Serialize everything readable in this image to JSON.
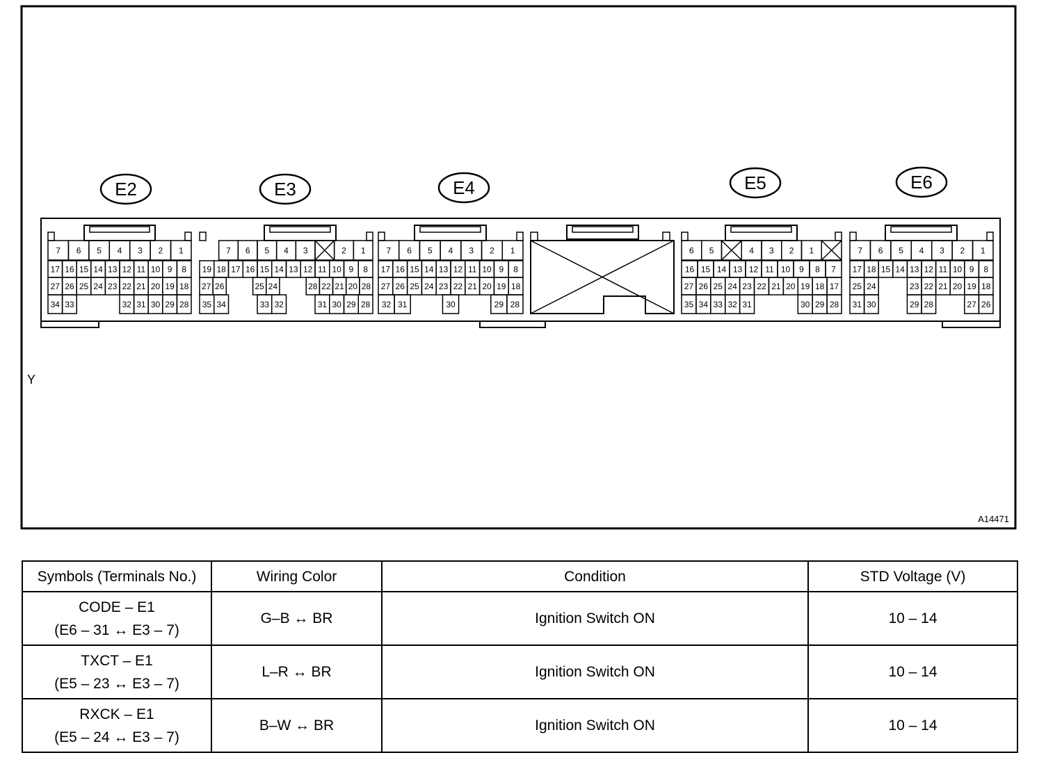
{
  "diagram": {
    "figure_id": "A14471",
    "side_label": "Y",
    "connectors": [
      {
        "name": "E2",
        "rows": [
          [
            "7",
            "6",
            "5",
            "4",
            "3",
            "2",
            "1"
          ],
          [
            "17",
            "16",
            "15",
            "14",
            "13",
            "12",
            "11",
            "10",
            "9",
            "8"
          ],
          [
            "27",
            "26",
            "25",
            "24",
            "23",
            "22",
            "21",
            "20",
            "19",
            "18"
          ],
          [
            "34",
            "33",
            "",
            "",
            "",
            "32",
            "31",
            "30",
            "29",
            "28"
          ]
        ]
      },
      {
        "name": "E3",
        "rows": [
          [
            "",
            "7",
            "6",
            "5",
            "4",
            "3",
            "X",
            "2",
            "1"
          ],
          [
            "19",
            "18",
            "17",
            "16",
            "15",
            "14",
            "13",
            "12",
            "11",
            "10",
            "9",
            "8"
          ],
          [
            "27",
            "26",
            "",
            "",
            "25",
            "24",
            "",
            "",
            "28",
            "22",
            "21",
            "20",
            "28"
          ],
          [
            "35",
            "34",
            "",
            "",
            "33",
            "32",
            "",
            "",
            "31",
            "30",
            "29",
            "28"
          ]
        ]
      },
      {
        "name": "E4",
        "rows": [
          [
            "7",
            "6",
            "5",
            "4",
            "3",
            "2",
            "1"
          ],
          [
            "17",
            "16",
            "15",
            "14",
            "13",
            "12",
            "11",
            "10",
            "9",
            "8"
          ],
          [
            "27",
            "26",
            "25",
            "24",
            "23",
            "22",
            "21",
            "20",
            "19",
            "18"
          ],
          [
            "32",
            "31",
            "",
            "",
            "30",
            "",
            "",
            "29",
            "28"
          ]
        ]
      },
      {
        "name": "E5",
        "rows": [
          [
            "6",
            "5",
            "X",
            "4",
            "3",
            "2",
            "1",
            "X"
          ],
          [
            "16",
            "15",
            "14",
            "13",
            "12",
            "11",
            "10",
            "9",
            "8",
            "7"
          ],
          [
            "27",
            "26",
            "25",
            "24",
            "23",
            "22",
            "21",
            "20",
            "19",
            "18",
            "17"
          ],
          [
            "35",
            "34",
            "33",
            "32",
            "31",
            "",
            "",
            "",
            "30",
            "29",
            "28"
          ]
        ]
      },
      {
        "name": "E6",
        "rows": [
          [
            "7",
            "6",
            "5",
            "4",
            "3",
            "2",
            "1"
          ],
          [
            "17",
            "18",
            "15",
            "14",
            "13",
            "12",
            "11",
            "10",
            "9",
            "8"
          ],
          [
            "25",
            "24",
            "",
            "",
            "23",
            "22",
            "21",
            "20",
            "19",
            "18"
          ],
          [
            "31",
            "30",
            "",
            "",
            "29",
            "28",
            "",
            "",
            "27",
            "26"
          ]
        ]
      }
    ]
  },
  "table": {
    "headers": [
      "Symbols (Terminals No.)",
      "Wiring Color",
      "Condition",
      "STD Voltage (V)"
    ],
    "rows": [
      {
        "symbol": "CODE – E1",
        "terminals": "(E6 – 31 ↔ E3 – 7)",
        "wiring": "G–B ↔ BR",
        "condition": "Ignition Switch ON",
        "voltage": "10 – 14"
      },
      {
        "symbol": "TXCT – E1",
        "terminals": "(E5 – 23 ↔ E3 – 7)",
        "wiring": "L–R ↔ BR",
        "condition": "Ignition Switch ON",
        "voltage": "10 – 14"
      },
      {
        "symbol": "RXCK – E1",
        "terminals": "(E5 – 24 ↔ E3 – 7)",
        "wiring": "B–W ↔ BR",
        "condition": "Ignition Switch ON",
        "voltage": "10 – 14"
      }
    ]
  }
}
